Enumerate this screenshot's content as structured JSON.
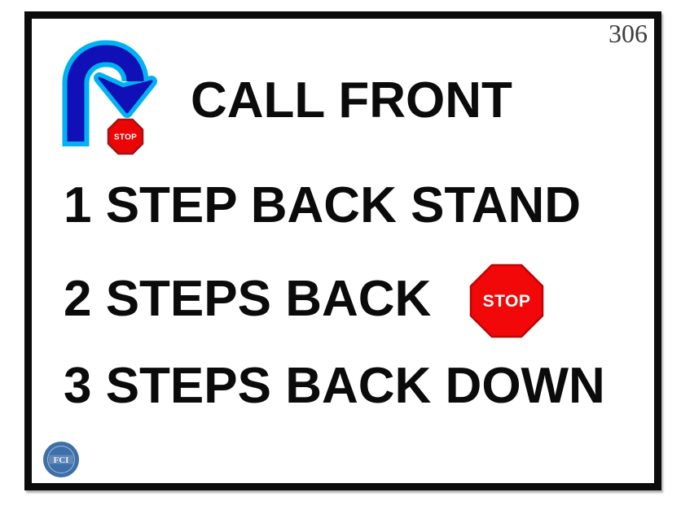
{
  "sign": {
    "number": "306",
    "title": "CALL FRONT",
    "steps": [
      "1 STEP BACK STAND",
      "2 STEPS BACK",
      "3 STEPS BACK DOWN"
    ],
    "stop_label": "STOP",
    "logo_text": "FCI",
    "icons": {
      "main": "u-turn-arrow-with-stop-icon",
      "inline": "stop-sign-icon",
      "logo": "fci-globe-logo"
    },
    "colors": {
      "arrow_blue": "#1010b6",
      "arrow_outline_cyan": "#00b2f2",
      "stop_red": "#f20808",
      "stop_rim_dark_red": "#a31212",
      "border_black": "#0c0c0c",
      "text_black": "#0b0b0b",
      "number_gray": "#3d3d3d",
      "logo_blue": "#3d6fa8"
    }
  }
}
